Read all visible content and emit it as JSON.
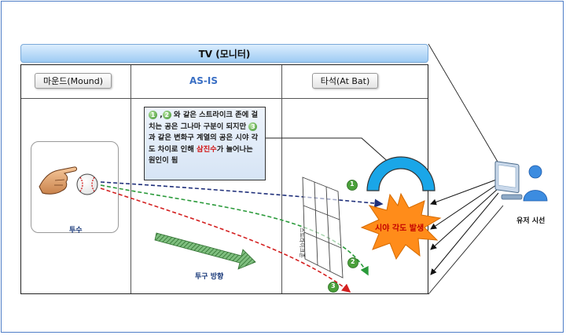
{
  "tv": {
    "title": "TV (모니터)"
  },
  "columns": {
    "mound": "마운드(Mound)",
    "asis": "AS-IS",
    "atbat": "타석(At Bat)"
  },
  "callout": {
    "n1": "1",
    "n2": "2",
    "n3": "3",
    "part_a": "와 같은 스트라이크 존에 걸치는 공은 그나마 구분이 되지만",
    "part_b": "과 같은 변화구 계열의 공은 시야 각도 차이로 인해",
    "highlight": "삼진수",
    "part_c": "가 늘어나는 원인이 됨"
  },
  "labels": {
    "pitcher": "투수",
    "pitch_direction": "투구 방향",
    "strike_zone": "스트라이크존",
    "burst": "시야 각도 발생",
    "user_view": "유저 시선"
  },
  "markers": {
    "m1": "1",
    "m2": "2",
    "m3": "3"
  },
  "colors": {
    "path1": "#1f2f7a",
    "path2": "#2a9a3a",
    "path3": "#d42020",
    "shield": "#1aa6e8",
    "burst": "#ff8c1a"
  }
}
